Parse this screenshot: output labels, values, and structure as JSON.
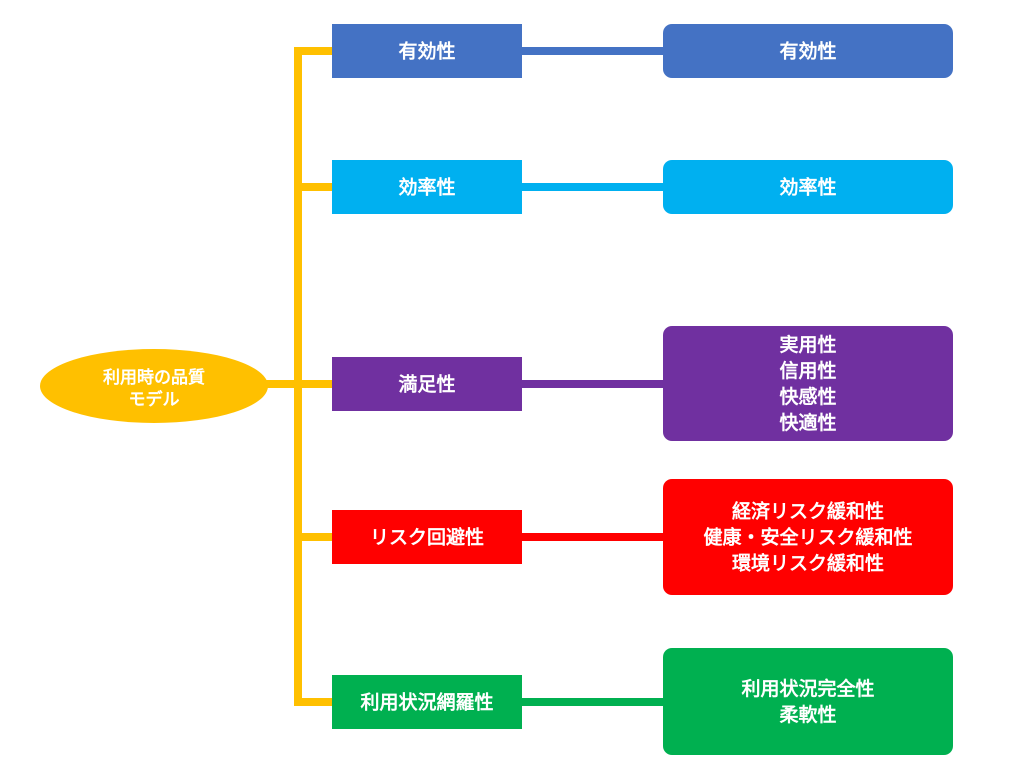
{
  "root": {
    "lines": [
      "利用時の品質",
      "モデル"
    ],
    "color": "#FFC000"
  },
  "connector_color": "#FFC000",
  "categories": [
    {
      "label": "有効性",
      "color": "#4472C4",
      "subs": [
        "有効性"
      ]
    },
    {
      "label": "効率性",
      "color": "#00B0F0",
      "subs": [
        "効率性"
      ]
    },
    {
      "label": "満足性",
      "color": "#7030A0",
      "subs": [
        "実用性",
        "信用性",
        "快感性",
        "快適性"
      ]
    },
    {
      "label": "リスク回避性",
      "color": "#FF0000",
      "subs": [
        "経済リスク緩和性",
        "健康・安全リスク緩和性",
        "環境リスク緩和性"
      ]
    },
    {
      "label": "利用状況網羅性",
      "color": "#00B050",
      "subs": [
        "利用状況完全性",
        "柔軟性"
      ]
    }
  ]
}
